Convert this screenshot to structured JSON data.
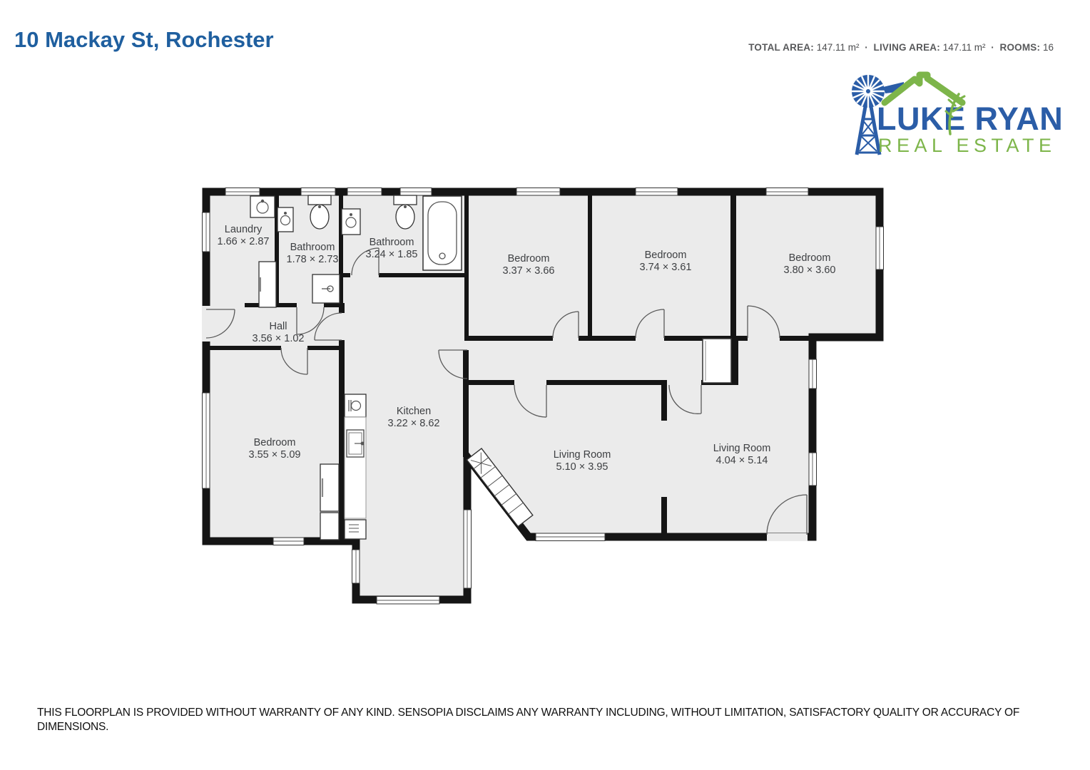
{
  "header": {
    "title": "10 Mackay St, Rochester",
    "stats": {
      "total_area_label": "TOTAL AREA:",
      "total_area_value": "147.11 m²",
      "living_area_label": "LIVING AREA:",
      "living_area_value": "147.11 m²",
      "rooms_label": "ROOMS:",
      "rooms_value": "16",
      "separator": "·"
    }
  },
  "logo": {
    "name_line": "LUKE RYAN",
    "tagline": "REAL ESTATE",
    "colors": {
      "blue": "#2b5da7",
      "green": "#7db54a"
    }
  },
  "floorplan": {
    "wall_color": "#151515",
    "floor_color": "#ebebeb",
    "rooms": [
      {
        "name": "Laundry",
        "dims": "1.66 × 2.87"
      },
      {
        "name": "Bathroom",
        "dims": "1.78 × 2.73"
      },
      {
        "name": "Bathroom",
        "dims": "3.24 × 1.85"
      },
      {
        "name": "Bedroom",
        "dims": "3.37 × 3.66"
      },
      {
        "name": "Bedroom",
        "dims": "3.74 × 3.61"
      },
      {
        "name": "Bedroom",
        "dims": "3.80 × 3.60"
      },
      {
        "name": "Hall",
        "dims": "3.56 × 1.02"
      },
      {
        "name": "Bedroom",
        "dims": "3.55 × 5.09"
      },
      {
        "name": "Kitchen",
        "dims": "3.22 × 8.62"
      },
      {
        "name": "Living Room",
        "dims": "5.10 × 3.95"
      },
      {
        "name": "Living Room",
        "dims": "4.04 × 5.14"
      }
    ]
  },
  "footer": {
    "disclaimer": "THIS FLOORPLAN IS PROVIDED WITHOUT WARRANTY OF ANY KIND. SENSOPIA DISCLAIMS ANY WARRANTY INCLUDING, WITHOUT LIMITATION, SATISFACTORY QUALITY OR ACCURACY OF DIMENSIONS."
  }
}
